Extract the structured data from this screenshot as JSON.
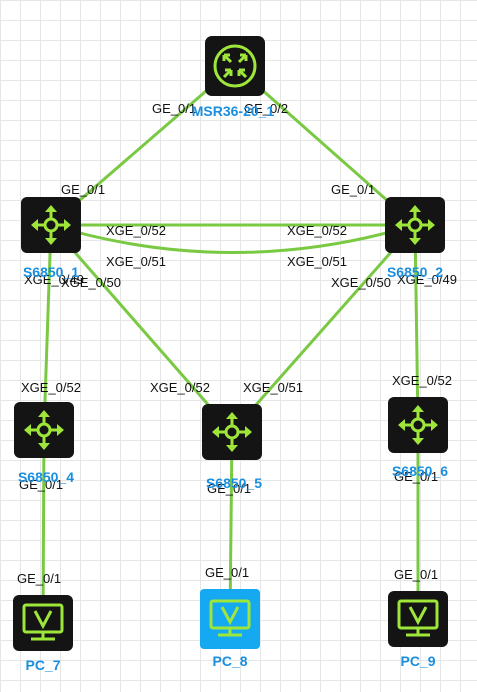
{
  "colors": {
    "link": "#7ac943",
    "device_body": "#141414",
    "device_selected": "#14a9f0",
    "icon": "#9ee63a",
    "device_label": "#1a8fe0"
  },
  "devices": {
    "msr": {
      "name": "MSR36-20_1",
      "icon": "router-icon"
    },
    "s1": {
      "name": "S6850_1",
      "icon": "l3-switch-icon"
    },
    "s2": {
      "name": "S6850_2",
      "icon": "l3-switch-icon"
    },
    "s4": {
      "name": "S6850_4",
      "icon": "l3-switch-icon"
    },
    "s5": {
      "name": "S6850_5",
      "icon": "l3-switch-icon"
    },
    "s6": {
      "name": "S6850_6",
      "icon": "l3-switch-icon"
    },
    "pc7": {
      "name": "PC_7",
      "icon": "pc-icon"
    },
    "pc8": {
      "name": "PC_8",
      "icon": "pc-icon",
      "selected": true
    },
    "pc9": {
      "name": "PC_9",
      "icon": "pc-icon"
    }
  },
  "links": [
    {
      "a": "msr",
      "b": "s1",
      "a_port": "GE_0/1",
      "b_port": "GE_0/1"
    },
    {
      "a": "msr",
      "b": "s2",
      "a_port": "GE_0/2",
      "b_port": "GE_0/1"
    },
    {
      "a": "s1",
      "b": "s2",
      "a_port": "XGE_0/52",
      "b_port": "XGE_0/52"
    },
    {
      "a": "s1",
      "b": "s2",
      "a_port": "XGE_0/51",
      "b_port": "XGE_0/51"
    },
    {
      "a": "s1",
      "b": "s4",
      "a_port": "XGE_0/49",
      "b_port": "XGE_0/52"
    },
    {
      "a": "s1",
      "b": "s5",
      "a_port": "XGE_0/50",
      "b_port": "XGE_0/52"
    },
    {
      "a": "s2",
      "b": "s5",
      "a_port": "XGE_0/50",
      "b_port": "XGE_0/51"
    },
    {
      "a": "s2",
      "b": "s6",
      "a_port": "XGE_0/49",
      "b_port": "XGE_0/52"
    },
    {
      "a": "s4",
      "b": "pc7",
      "a_port": "GE_0/1",
      "b_port": "GE_0/1"
    },
    {
      "a": "s5",
      "b": "pc8",
      "a_port": "GE_0/1",
      "b_port": "GE_0/1"
    },
    {
      "a": "s6",
      "b": "pc9",
      "a_port": "GE_0/1",
      "b_port": "GE_0/1"
    }
  ]
}
